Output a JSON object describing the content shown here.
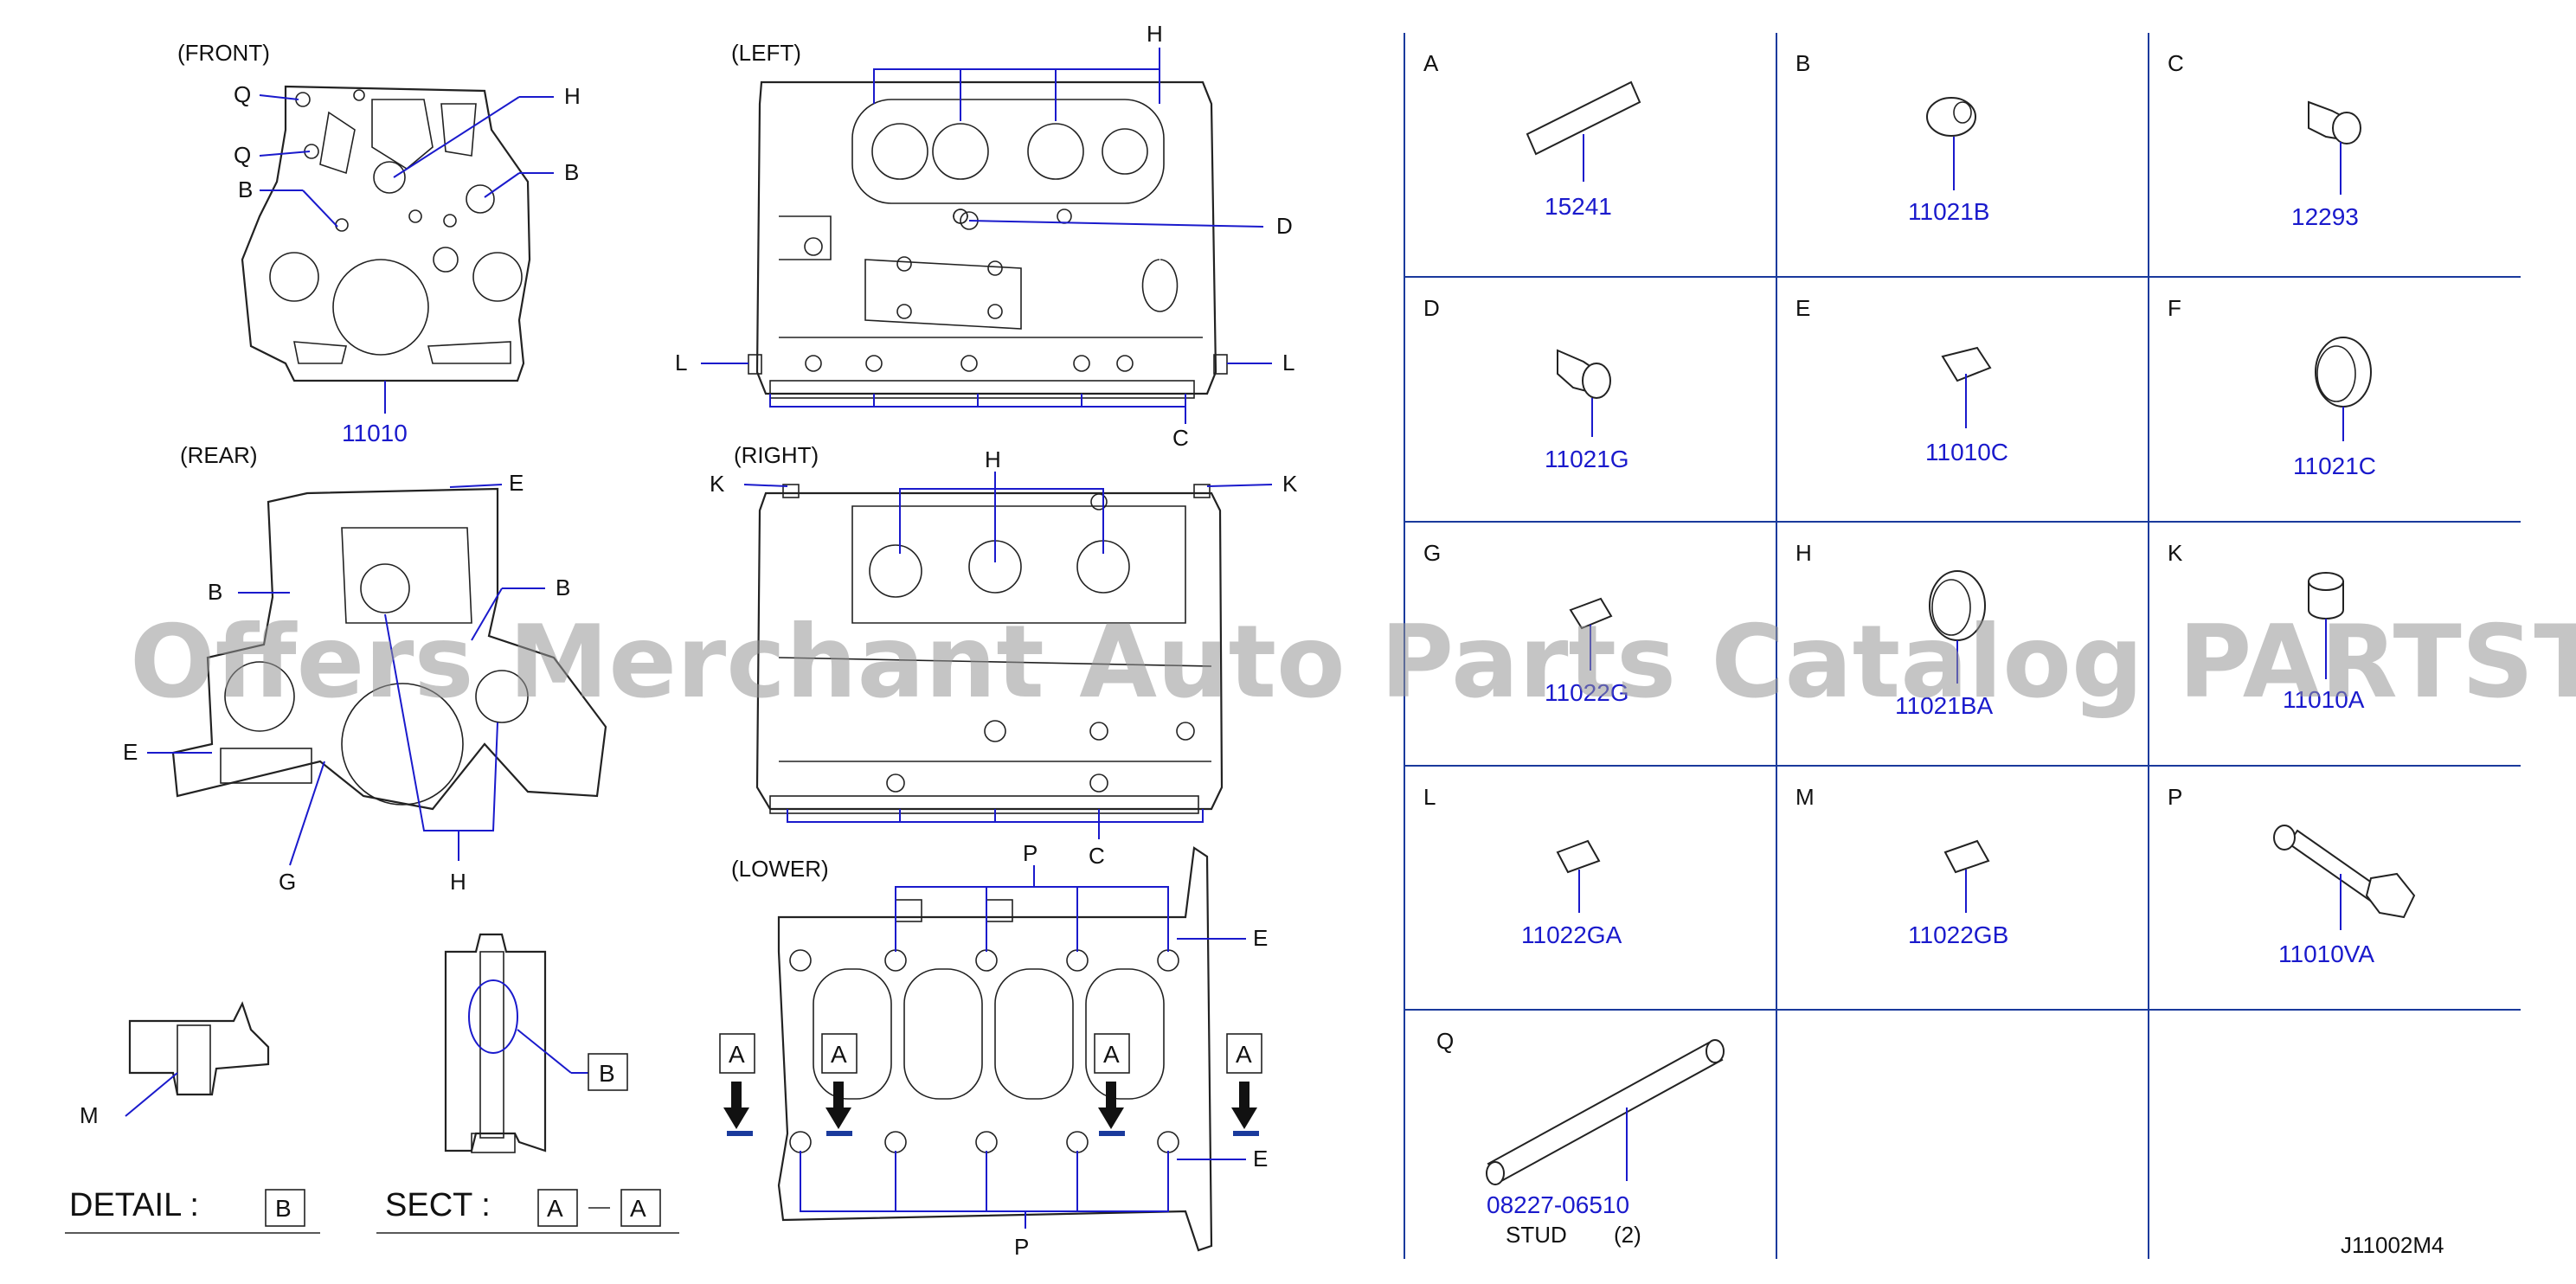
{
  "views": {
    "front": "(FRONT)",
    "left": "(LEFT)",
    "rear": "(REAR)",
    "right": "(RIGHT)",
    "lower": "(LOWER)"
  },
  "front_part_number": "11010",
  "detail_label": "DETAIL  :",
  "sect_label": "SECT  :",
  "box_a": "A",
  "box_b": "B",
  "callouts": {
    "q": "Q",
    "h": "H",
    "b": "B",
    "d": "D",
    "l": "L",
    "c": "C",
    "k": "K",
    "e": "E",
    "g": "G",
    "m": "M",
    "p": "P",
    "a": "A"
  },
  "cells": [
    {
      "letter": "A",
      "part": "15241"
    },
    {
      "letter": "B",
      "part": "11021B"
    },
    {
      "letter": "C",
      "part": "12293"
    },
    {
      "letter": "D",
      "part": "11021G"
    },
    {
      "letter": "E",
      "part": "11010C"
    },
    {
      "letter": "F",
      "part": "11021C"
    },
    {
      "letter": "G",
      "part": "11022G"
    },
    {
      "letter": "H",
      "part": "11021BA"
    },
    {
      "letter": "K",
      "part": "11010A"
    },
    {
      "letter": "L",
      "part": "11022GA"
    },
    {
      "letter": "M",
      "part": "11022GB"
    },
    {
      "letter": "P",
      "part": "11010VA"
    },
    {
      "letter": "Q",
      "part": "08227-06510"
    }
  ],
  "stud_label": "STUD",
  "stud_qty": "(2)",
  "diagram_code": "J11002M4",
  "watermark": "Offers Merchant Auto Parts Catalog PARTSTORE.SA"
}
